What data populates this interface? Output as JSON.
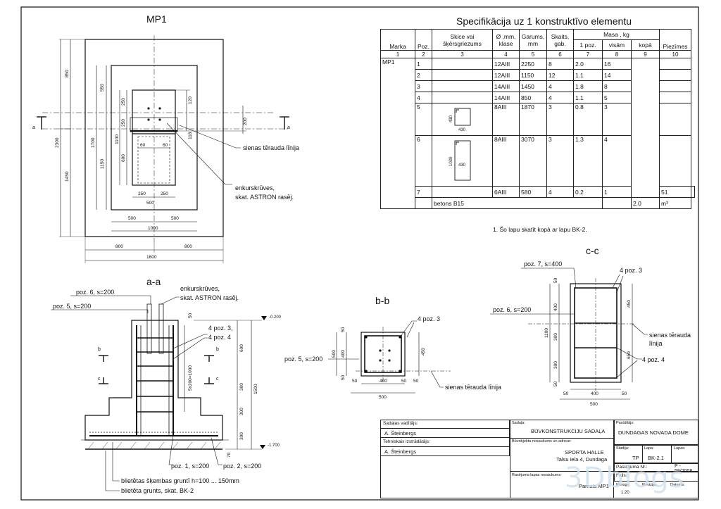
{
  "drawing": {
    "plan_title": "MP1",
    "section_aa_title": "a-a",
    "section_bb_title": "b-b",
    "section_cc_title": "c-c",
    "cut_marks": {
      "a": "a",
      "b": "b",
      "c": "c"
    },
    "plan_dims": {
      "d850": "850",
      "d2300": "2300",
      "d1450": "1450",
      "d550": "550",
      "d1700": "1700",
      "d1150": "1150",
      "d250a": "250",
      "d250b": "250",
      "d1100": "1100",
      "d600": "600",
      "d120": "120",
      "d200": "200",
      "d118": "118",
      "d60a": "60",
      "d60b": "60",
      "d250c": "250",
      "d250d": "250",
      "d500a": "500",
      "d500b": "500",
      "d500c": "500",
      "d1000": "1000",
      "d800a": "800",
      "d800b": "800",
      "d1600": "1600"
    },
    "plan_labels": {
      "wall_line": "sienas tērauda līnija",
      "anchor_1": "enkurskrūves,",
      "anchor_2": "skat. ASTRON rasēj."
    },
    "aa": {
      "poz6": "poz. 6, s=200",
      "poz5": "poz. 5, s=200",
      "anchor_1": "enkurskrūves,",
      "anchor_2": "skat. ASTRON rasēj.",
      "poz34_1": "4 poz. 3,",
      "poz34_2": "4 poz. 4",
      "lvl_top": "-0.200",
      "lvl_bot": "-1.700",
      "d50": "50",
      "d600": "600",
      "d5x200": "5x200=1000",
      "d300a": "300",
      "d1500": "1500",
      "d300b": "300",
      "d300c": "300",
      "d70": "70",
      "poz1": "poz. 1, s=200",
      "poz2": "poz. 2, s=200",
      "base1": "blietētas šķembas gruntī h=100 ... 150mm",
      "base2": "blietēta grunts, skat. BK-2"
    },
    "bb": {
      "poz3": "4 poz. 3",
      "poz5": "poz. 5, s=200",
      "wall_line": "sienas tērauda līnija",
      "d50a": "50",
      "d500": "500",
      "d400": "400",
      "d50b": "50",
      "d450": "450",
      "d50c": "50",
      "h50": "50",
      "h400": "400",
      "h50b": "50",
      "w500": "500"
    },
    "cc": {
      "poz7": "poz. 7, s=400",
      "poz3": "4 poz. 3",
      "poz6": "poz. 6, s=200",
      "wall_1": "sienas tērauda",
      "wall_2": "līnija",
      "poz4": "4 poz. 4",
      "d50a": "50",
      "d400a": "400",
      "d1100": "1100",
      "d300a": "300",
      "d300b": "300",
      "d50b": "50",
      "d450": "450",
      "d650": "650",
      "w50a": "50",
      "w400": "400",
      "w50b": "50",
      "w500": "500"
    }
  },
  "spec": {
    "title": "Specifikācija uz 1 konstruktīvo elementu",
    "headers": {
      "marka": "Marka",
      "poz": "Poz.",
      "skice_1": "Skice vai",
      "skice_2": "šķērsgriezums",
      "diam_1": "Ø ,mm,",
      "diam_2": "klase",
      "garums_1": "Garums,",
      "garums_2": "mm",
      "skaits_1": "Skaits,",
      "skaits_2": "gab.",
      "masa": "Masa , kg",
      "m1": "1 poz.",
      "m2": "visām",
      "m3": "kopā",
      "piez": "Piezīmes"
    },
    "col_numbers": [
      "1",
      "2",
      "3",
      "4",
      "5",
      "6",
      "7",
      "8",
      "9",
      "10"
    ],
    "marka": "MP1",
    "rows": [
      {
        "poz": "1",
        "cls": "12AIII",
        "len": "2250",
        "cnt": "8",
        "m1": "2.0",
        "mall": "16"
      },
      {
        "poz": "2",
        "cls": "12AIII",
        "len": "1150",
        "cnt": "12",
        "m1": "1.1",
        "mall": "14"
      },
      {
        "poz": "3",
        "cls": "14AIII",
        "len": "1450",
        "cnt": "4",
        "m1": "1.8",
        "mall": "8"
      },
      {
        "poz": "4",
        "cls": "14AIII",
        "len": "850",
        "cnt": "4",
        "m1": "1.1",
        "mall": "5"
      },
      {
        "poz": "5",
        "cls": "8AIII",
        "len": "1870",
        "cnt": "3",
        "m1": "0.8",
        "mall": "3"
      },
      {
        "poz": "6",
        "cls": "8AIII",
        "len": "3070",
        "cnt": "3",
        "m1": "1.3",
        "mall": "4"
      },
      {
        "poz": "7",
        "cls": "6AIII",
        "len": "580",
        "cnt": "4",
        "m1": "0.2",
        "mall": "1"
      }
    ],
    "sketch5": {
      "h": "430",
      "w": "430"
    },
    "sketch6": {
      "h": "1030",
      "w": "430"
    },
    "total_kg": "51",
    "concrete": {
      "label": "betons B15",
      "vol": "2.0",
      "unit": "m³"
    },
    "note": "1. Šo lapu skatīt kopā ar lapu BK-2."
  },
  "titleblock": {
    "vaditajs_label": "Sadaļas vadītājs:",
    "vaditajs": "A. Šteinbergs",
    "izstradajis_label": "Tehniskais izstrādātājs:",
    "izstradajis": "A. Šteinbergs",
    "sadala_label": "Sadaļa:",
    "sadala": "BŪVKONSTRUKCIJU SADAĻA",
    "objekts_label": "Būvobjekta nosaukums un adrese:",
    "objekts_1": "SPORTA HALLE",
    "objekts_2": "Talsu iela 4, Dundaga",
    "lapa_label": "Rasējuma lapas nosaukums:",
    "lapa": "Pamats MP1",
    "pasutitajs_label": "Pasūtītājs:",
    "pasutitajs": "DUNDAGAS NOVADA DOME",
    "stadija_label": "Stadija:",
    "stadija": "TP",
    "lapa_nr_label": "Lapa:",
    "lapa_nr": "BK-2.1",
    "lapas_label": "Lapas:",
    "pasut_nr_label": "Pasūtījuma Nr.:",
    "pasut_nr": "P - 59/2008",
    "fails_label": "Fails:",
    "merogs_label": "Mērogs:",
    "merogs": "1:20",
    "revizija_label": "Revīzija:",
    "datums_label": "Datums:"
  },
  "watermark": "3Dblogs"
}
